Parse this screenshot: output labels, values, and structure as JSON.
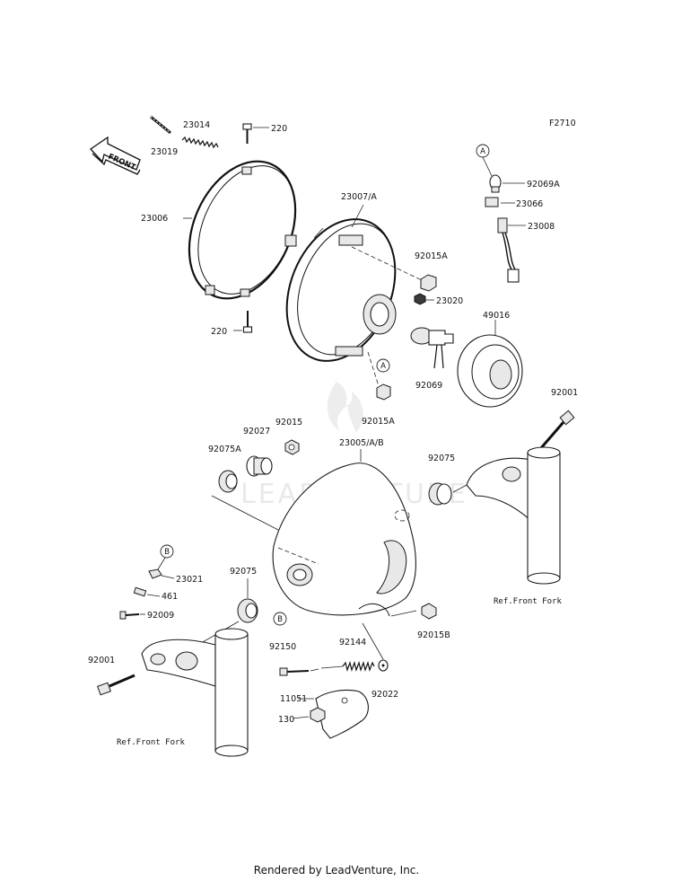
{
  "figure_code": "F2710",
  "watermark": "LEADVENTURE",
  "footer": "Rendered by LeadVenture, Inc.",
  "front_arrow": "FRONT",
  "callouts": {
    "a_top": "A",
    "a_mid": "A",
    "b_left": "B",
    "b_mid": "B"
  },
  "labels": {
    "p23019": "23019",
    "p23014": "23014",
    "p220_top": "220",
    "p23006": "23006",
    "p220_bottom": "220",
    "p23007": "23007/A",
    "p92015A_top": "92015A",
    "p23020": "23020",
    "p92015A_bottom": "92015A",
    "p92069": "92069",
    "p92069A": "92069A",
    "p23066": "23066",
    "p23008": "23008",
    "p49016": "49016",
    "p92001_right": "92001",
    "p92015": "92015",
    "p92027": "92027",
    "p92075A": "92075A",
    "p23005": "23005/A/B",
    "p92075_right": "92075",
    "p23021": "23021",
    "p92075_left": "92075",
    "p461": "461",
    "p92009": "92009",
    "p92001_left": "92001",
    "p92150": "92150",
    "p92144": "92144",
    "p11051": "11051",
    "p92022": "92022",
    "p130": "130",
    "p92015B": "92015B",
    "ref_fork_right": "Ref.Front Fork",
    "ref_fork_left": "Ref.Front Fork"
  }
}
